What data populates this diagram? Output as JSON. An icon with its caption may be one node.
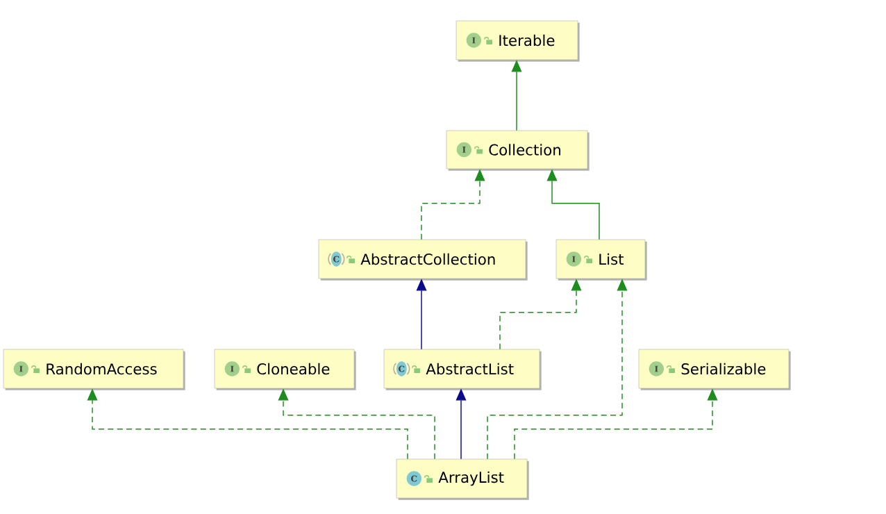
{
  "diagram": {
    "nodes": [
      {
        "text": [
          "I",
          "Iterable"
        ]
      },
      {
        "text": [
          "I",
          "Collection"
        ]
      },
      {
        "text": [
          "C",
          "AbstractCollection"
        ]
      },
      {
        "text": [
          "I",
          "List"
        ]
      },
      {
        "text": [
          "I",
          "RandomAccess"
        ]
      },
      {
        "text": [
          "I",
          "Cloneable"
        ]
      },
      {
        "text": [
          "C",
          "AbstractList"
        ]
      },
      {
        "text": [
          "I",
          "Serializable"
        ]
      },
      {
        "text": [
          "C",
          "ArrayList"
        ]
      }
    ],
    "edges": [
      {
        "from": 1,
        "to": 0,
        "arrow": "to"
      },
      {
        "from": 2,
        "to": 1,
        "arrow": "to",
        "style": "dashed"
      },
      {
        "from": 3,
        "to": 1,
        "arrow": "to"
      },
      {
        "from": 6,
        "to": 2,
        "arrow": "to",
        "color": "#0a0a8c"
      },
      {
        "from": 6,
        "to": 3,
        "arrow": "to",
        "style": "dashed"
      },
      {
        "from": 8,
        "to": 4,
        "arrow": "to",
        "style": "dashed"
      },
      {
        "from": 8,
        "to": 5,
        "arrow": "to",
        "style": "dashed"
      },
      {
        "from": 8,
        "to": 6,
        "arrow": "to",
        "color": "#0a0a8c"
      },
      {
        "from": 8,
        "to": 3,
        "arrow": "to",
        "style": "dashed"
      },
      {
        "from": 8,
        "to": 7,
        "arrow": "to",
        "style": "dashed"
      }
    ]
  }
}
